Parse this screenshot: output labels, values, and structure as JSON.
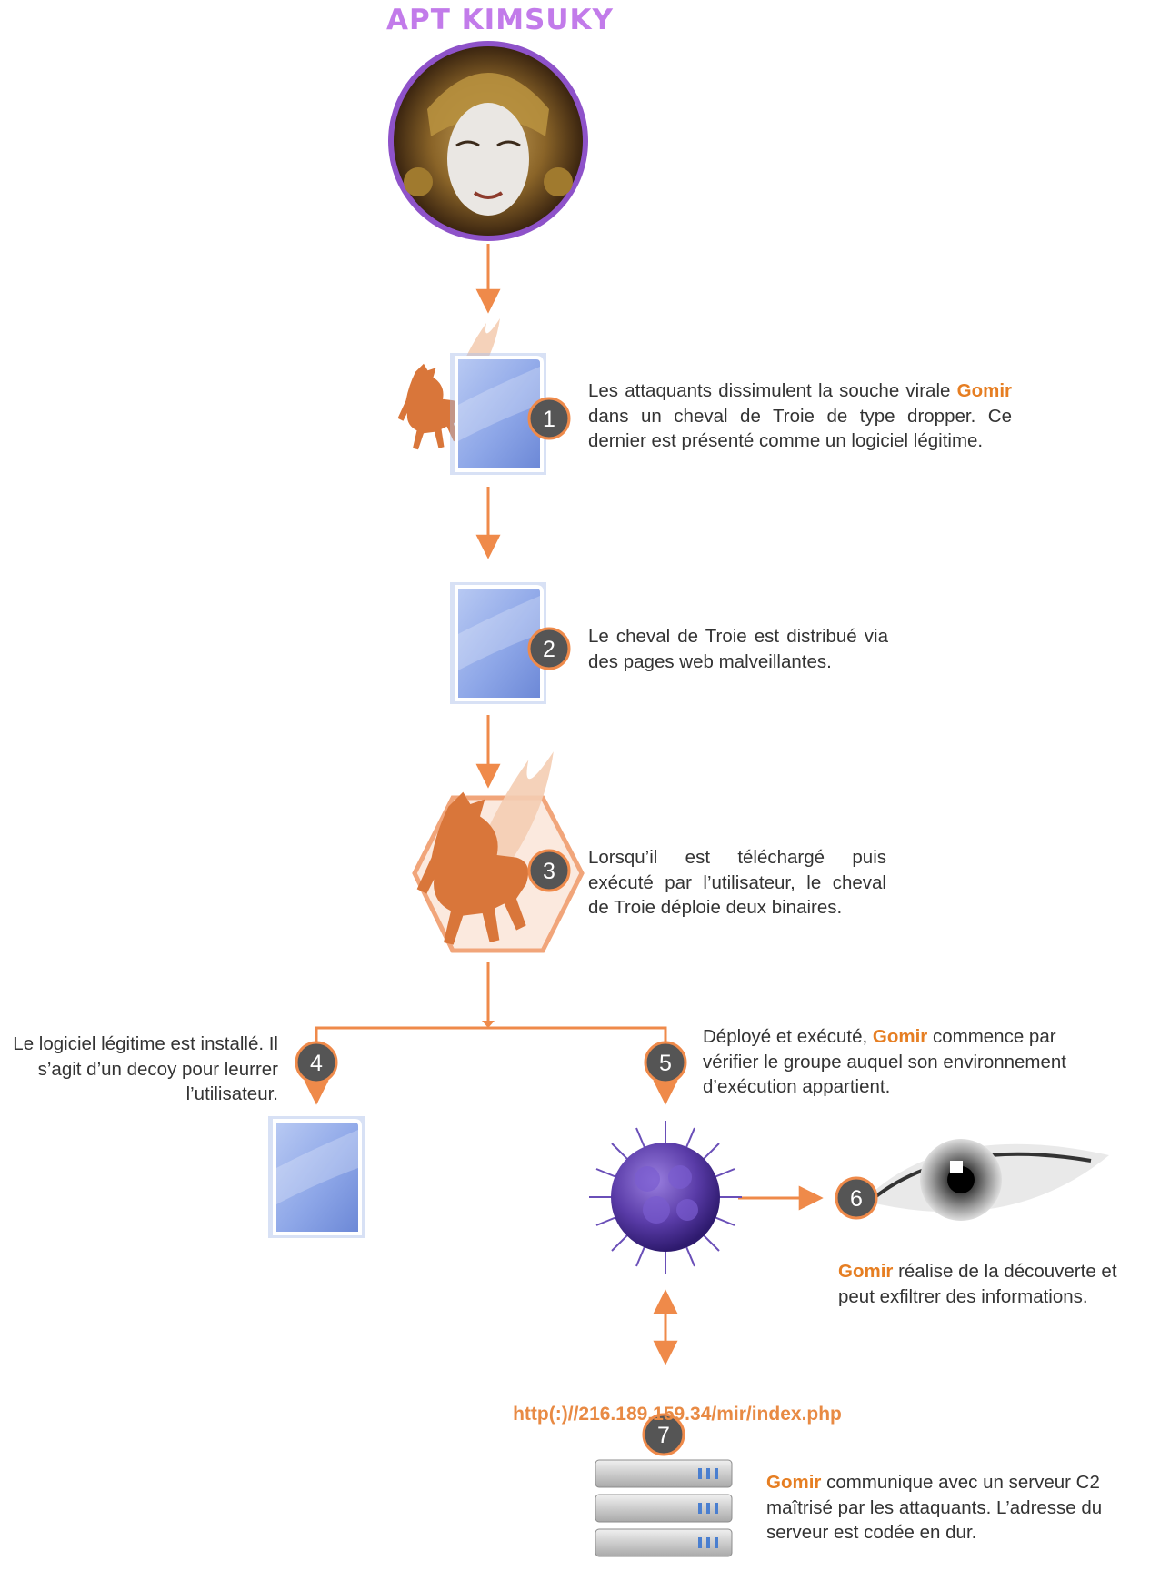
{
  "title": "APT KIMSUKY",
  "steps": [
    {
      "number": "1",
      "highlight": "Gomir",
      "before": "Les attaquants dissimulent la souche virale ",
      "after": " dans un cheval de Troie de type dropper. Ce dernier est présenté comme un logiciel légitime."
    },
    {
      "number": "2",
      "text": "Le cheval de Troie est distribué via des pages web malveillantes."
    },
    {
      "number": "3",
      "text": "Lorsqu’il est téléchargé puis exécuté par l’utilisateur, le cheval de Troie déploie deux binaires."
    },
    {
      "number": "4",
      "text": "Le logiciel légitime est installé. Il s’agit d’un decoy pour leurrer l’utilisateur."
    },
    {
      "number": "5",
      "before": "Déployé et exécuté, ",
      "highlight": "Gomir",
      "after": " commence par vérifier le groupe auquel son environnement d’exécution appartient."
    },
    {
      "number": "6",
      "highlight": "Gomir",
      "after": " réalise de la découverte et peut exfiltrer des informations."
    },
    {
      "number": "7",
      "highlight": "Gomir",
      "after": " communique avec un serveur C2 maîtrisé par les attaquants. L’adresse du serveur est codée en dur."
    }
  ],
  "c2_url": "http(:)//216.189.159.34/mir/index.php",
  "colors": {
    "accent": "#e67e22",
    "arrow": "#ef8a4a",
    "title": "#c27bea",
    "badge": "#555555",
    "document": "#7f9be0"
  },
  "icons": [
    "avatar-portrait",
    "trojan-horse-icon",
    "document-icon",
    "virus-icon",
    "eye-icon",
    "server-icon"
  ]
}
